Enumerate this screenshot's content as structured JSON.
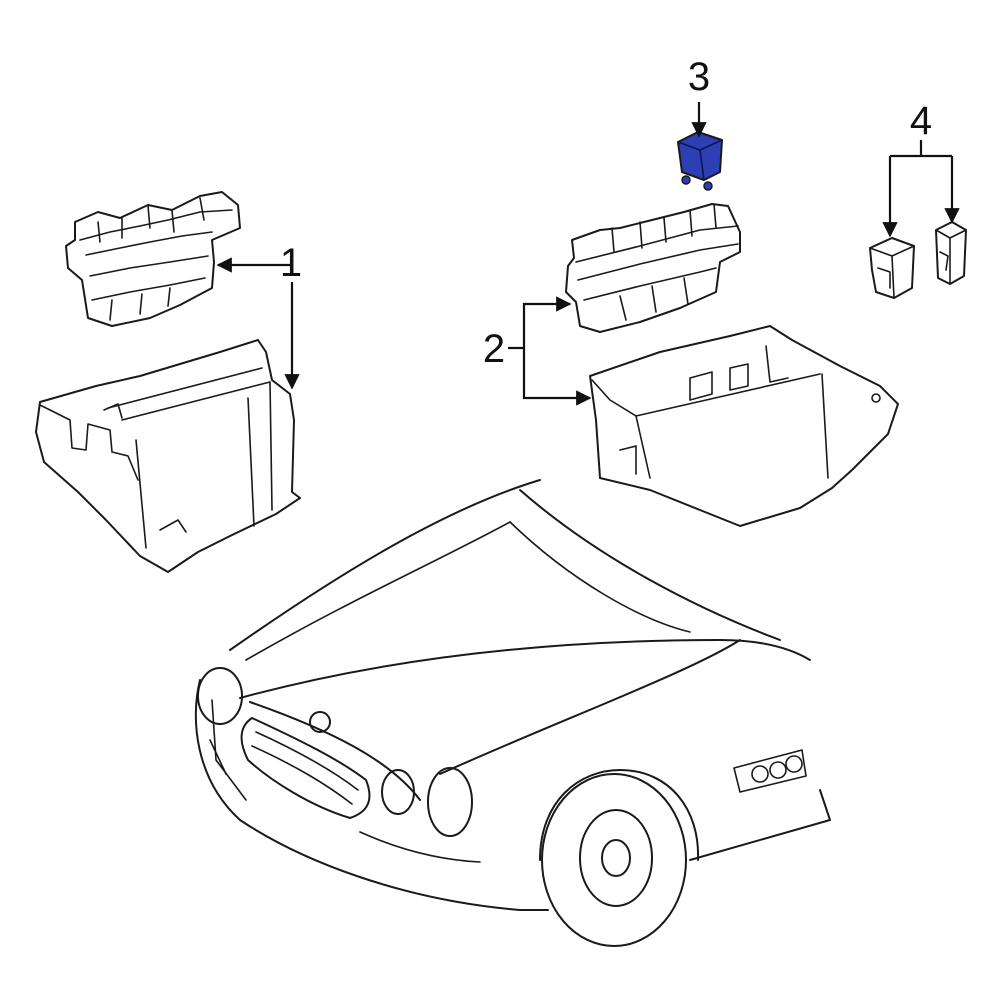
{
  "callouts": [
    {
      "id": "1",
      "label": "1"
    },
    {
      "id": "2",
      "label": "2"
    },
    {
      "id": "3",
      "label": "3"
    },
    {
      "id": "4",
      "label": "4"
    }
  ],
  "colors": {
    "highlight_part": "#2e3fb5",
    "outline": "#1a1a1a",
    "background": "#ffffff"
  }
}
